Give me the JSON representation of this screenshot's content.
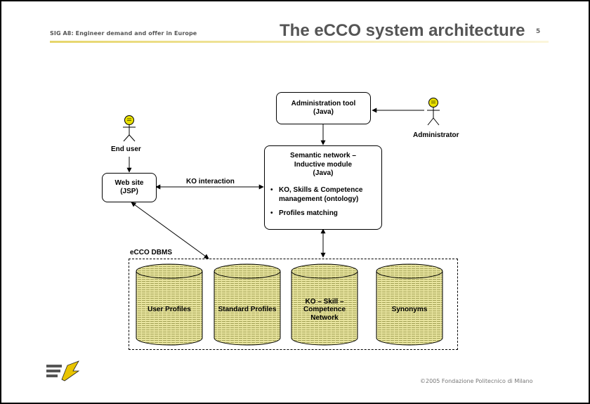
{
  "header": {
    "subtitle": "SIG A8: Engineer demand and offer in Europe",
    "title": "The eCCO system architecture",
    "page_number": "5"
  },
  "diagram": {
    "admin_tool": {
      "line1": "Administration tool",
      "line2": "(Java)"
    },
    "administrator_label": "Administrator",
    "end_user_label": "End user",
    "web_site": {
      "line1": "Web site",
      "line2": "(JSP)"
    },
    "ko_interaction_label": "KO interaction",
    "semantic_network": {
      "line1": "Semantic network –",
      "line2": "Inductive module",
      "line3": "(Java)",
      "bullet_symbol": "•",
      "bullet1": "KO, Skills & Competence management (ontology)",
      "bullet2": "Profiles matching"
    },
    "dbms_label": "eCCO DBMS",
    "databases": {
      "user_profiles": "User Profiles",
      "standard_profiles": "Standard Profiles",
      "ko_network": {
        "line1": "KO – Skill –",
        "line2": "Competence",
        "line3": "Network"
      },
      "synonyms": "Synonyms"
    }
  },
  "footer": {
    "copyright": "©2005 Fondazione Politecnico di Milano"
  },
  "colors": {
    "accent_bar": "#e6d56a",
    "cylinder_fill": "#e9e5a0",
    "cylinder_stripe": "#8a8a3a",
    "actor_head": "#e9e000"
  }
}
